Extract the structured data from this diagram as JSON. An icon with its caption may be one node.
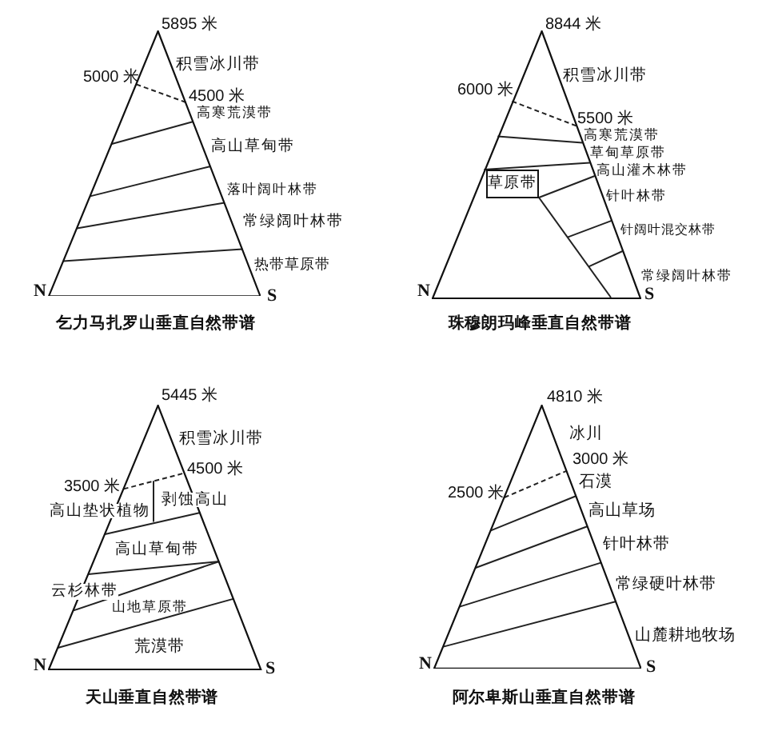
{
  "diagram": {
    "nodes": [
      {
        "text": [],
        "shape": "triangle",
        "beside": [
          "乞力马扎罗山垂直自然带谱"
        ]
      },
      {
        "text": [],
        "shape": "triangle",
        "beside": [
          "珠穆朗玛峰垂直自然带谱"
        ]
      },
      {
        "text": [
          "草原带"
        ],
        "in": 1
      },
      {
        "text": [],
        "shape": "triangle",
        "beside": [
          "天山垂直自然带谱"
        ]
      },
      {
        "text": [],
        "shape": "triangle",
        "beside": [
          "阿尔卑斯山垂直自然带谱"
        ]
      }
    ],
    "labels": [
      "5895 米",
      "积雪冰川带",
      "5000 米",
      "4500 米",
      "高寒荒漠带",
      "高山草甸带",
      "落叶阔叶林带",
      "常绿阔叶林带",
      "热带草原带",
      "N",
      "S",
      "8844 米",
      "积雪冰川带",
      "6000 米",
      "5500 米",
      "高寒荒漠带",
      "草甸草原带",
      "高山灌木林带",
      "针叶林带",
      "针阔叶混交林带",
      "常绿阔叶林带",
      "N",
      "S",
      "5445 米",
      "积雪冰川带",
      "4500 米",
      "3500 米",
      "高山垫状植物",
      "剥蚀高山",
      "高山草甸带",
      "云杉林带",
      "山地草原带",
      "荒漠带",
      "N",
      "S",
      "4810 米",
      "冰川",
      "3000 米",
      "石漠",
      "2500 米",
      "高山草场",
      "针叶林带",
      "常绿硬叶林带",
      "山麓耕地牧场",
      "N",
      "S"
    ]
  }
}
